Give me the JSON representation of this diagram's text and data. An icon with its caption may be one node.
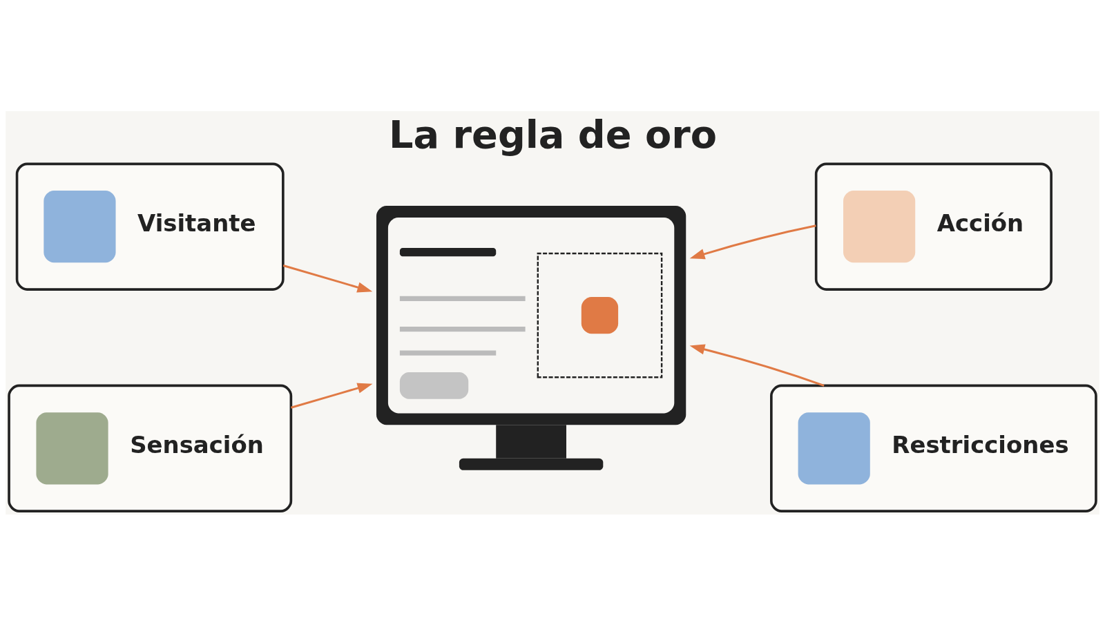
{
  "diagram": {
    "title": "La regla de oro",
    "nodes": [
      {
        "text": [
          "Visitante"
        ]
      },
      {
        "text": [
          "Acción"
        ]
      },
      {
        "text": [],
        "shape": "picture"
      },
      {
        "text": [
          "Sensación"
        ]
      },
      {
        "text": [
          "Restricciones"
        ]
      }
    ],
    "edges": [
      {
        "from": 0,
        "to": 2,
        "arrow": "to"
      },
      {
        "from": 1,
        "to": 2,
        "arrow": "to"
      },
      {
        "from": 3,
        "to": 2,
        "arrow": "to"
      },
      {
        "from": 4,
        "to": 2,
        "arrow": "to"
      }
    ]
  }
}
